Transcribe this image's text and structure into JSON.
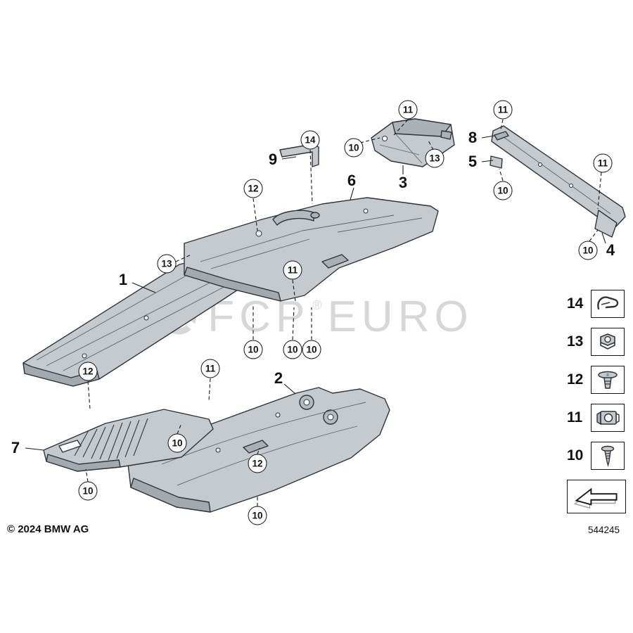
{
  "meta": {
    "copyright": "© 2024 BMW AG",
    "diagram_number": "544245"
  },
  "watermark": {
    "brand": "FCP",
    "reg": "®",
    "name": "EURO"
  },
  "parts": [
    {
      "label": "1"
    },
    {
      "label": "2"
    },
    {
      "label": "3"
    },
    {
      "label": "4"
    },
    {
      "label": "5"
    },
    {
      "label": "6"
    },
    {
      "label": "7"
    },
    {
      "label": "8"
    },
    {
      "label": "9"
    }
  ],
  "callouts": [
    {
      "label": "11"
    },
    {
      "label": "10"
    },
    {
      "label": "14"
    },
    {
      "label": "13"
    },
    {
      "label": "11"
    },
    {
      "label": "10"
    },
    {
      "label": "11"
    },
    {
      "label": "10"
    },
    {
      "label": "12"
    },
    {
      "label": "13"
    },
    {
      "label": "11"
    },
    {
      "label": "10"
    },
    {
      "label": "10"
    },
    {
      "label": "10"
    },
    {
      "label": "12"
    },
    {
      "label": "11"
    },
    {
      "label": "10"
    },
    {
      "label": "12"
    },
    {
      "label": "10"
    },
    {
      "label": "10"
    }
  ],
  "legend": {
    "items": [
      {
        "label": "14",
        "icon": "sheet-metal-clip"
      },
      {
        "label": "13",
        "icon": "flange-nut"
      },
      {
        "label": "12",
        "icon": "expansion-rivet"
      },
      {
        "label": "11",
        "icon": "cage-nut"
      },
      {
        "label": "10",
        "icon": "self-tapping-screw"
      }
    ],
    "direction_icon": "front-direction-arrow"
  }
}
